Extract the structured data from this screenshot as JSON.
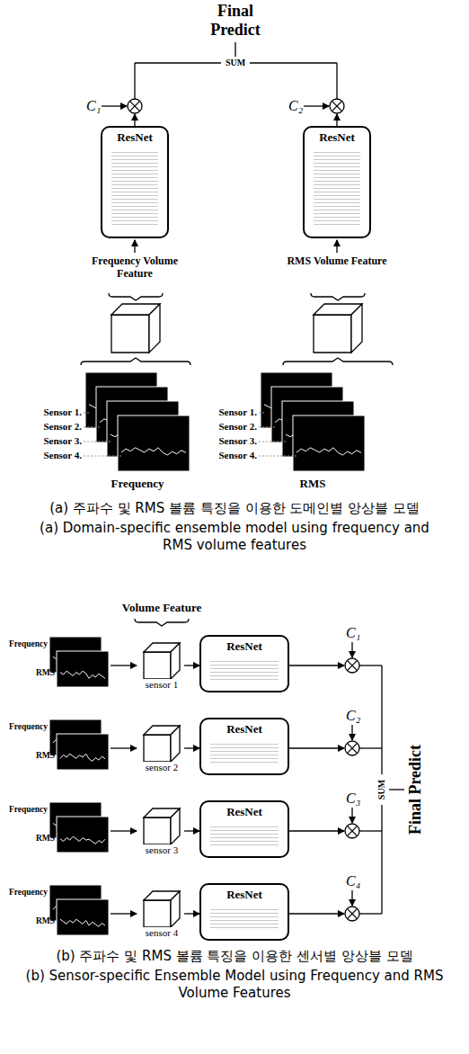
{
  "diagram": {
    "nodes": [
      {
        "text": [
          "ResNet"
        ]
      },
      {
        "text": [
          "ResNet"
        ]
      },
      {
        "text": [
          "sensor 1"
        ]
      },
      {
        "text": [
          "ResNet"
        ]
      },
      {
        "text": [
          "sensor 2"
        ]
      },
      {
        "text": [
          "ResNet"
        ]
      },
      {
        "text": [
          "sensor 3"
        ]
      },
      {
        "text": [
          "ResNet"
        ]
      },
      {
        "text": [
          "sensor 4"
        ]
      },
      {
        "text": [
          "ResNet"
        ]
      }
    ],
    "edges": [
      {
        "from": 2,
        "to": 3,
        "arrow": "to"
      },
      {
        "from": 4,
        "to": 5,
        "arrow": "to"
      },
      {
        "from": 6,
        "to": 7,
        "arrow": "to"
      },
      {
        "from": 8,
        "to": 9,
        "arrow": "to"
      }
    ],
    "labels": [
      "Final Predict",
      "SUM",
      "C₁",
      "C₂",
      "Frequency Volume Feature",
      "RMS Volume Feature",
      "Sensor 1.",
      "Sensor 2.",
      "Sensor 3.",
      "Sensor 4.",
      "Sensor 1.",
      "Sensor 2.",
      "Sensor 3.",
      "Sensor 4.",
      "Frequency",
      "RMS",
      "(a) 주파수 및 RMS 볼륨 특징을 이용한 도메인별 앙상블 모델",
      "(a) Domain-specific ensemble model using frequency and RMS volume features",
      "Volume Feature",
      "Frequency",
      "RMS",
      "Frequency",
      "RMS",
      "Frequency",
      "RMS",
      "Frequency",
      "RMS",
      "C₁",
      "C₂",
      "C₃",
      "C₄",
      "SUM",
      "Final Predict",
      "(b) 주파수 및 RMS 볼륨 특징을 이용한 센서별 앙상블 모델",
      "(b) Sensor-specific Ensemble Model using Frequency and RMS Volume Features"
    ]
  }
}
